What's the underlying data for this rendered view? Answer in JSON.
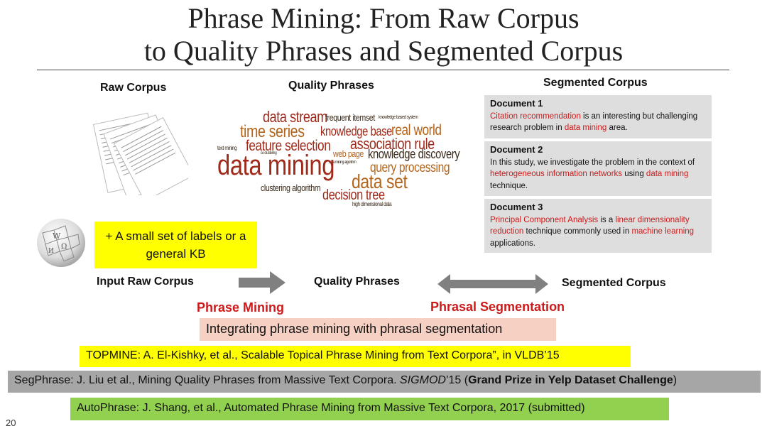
{
  "title": {
    "line1": "Phrase Mining:  From Raw Corpus",
    "line2": "to Quality Phrases and Segmented Corpus"
  },
  "headers": {
    "raw": "Raw Corpus",
    "quality": "Quality Phrases",
    "segmented": "Segmented Corpus"
  },
  "word_cloud": [
    "data stream",
    "frequent itemset",
    "knowledge based system",
    "time series",
    "knowledge base",
    "real world",
    "feature selection",
    "association rule",
    "text mining",
    "co clustering",
    "web page",
    "knowledge discovery",
    "data mining algorithm",
    "data mining",
    "query processing",
    "data set",
    "clustering algorithm",
    "decision tree",
    "high dimensional data"
  ],
  "documents": [
    {
      "title": "Document 1",
      "parts": [
        {
          "t": "Citation recommendation",
          "red": true
        },
        {
          "t": " is an interesting but challenging research problem in ",
          "red": false
        },
        {
          "t": "data mining",
          "red": true
        },
        {
          "t": " area.",
          "red": false
        }
      ]
    },
    {
      "title": "Document 2",
      "parts": [
        {
          "t": "In this study, we investigate the problem in the context of ",
          "red": false
        },
        {
          "t": "heterogeneous information networks",
          "red": true
        },
        {
          "t": " using ",
          "red": false
        },
        {
          "t": "data mining",
          "red": true
        },
        {
          "t": " technique.",
          "red": false
        }
      ]
    },
    {
      "title": "Document 3",
      "parts": [
        {
          "t": "Principal Component Analysis",
          "red": true
        },
        {
          "t": " is a ",
          "red": false
        },
        {
          "t": "linear dimensionality reduction",
          "red": true
        },
        {
          "t": " technique commonly used in ",
          "red": false
        },
        {
          "t": "machine learning",
          "red": true
        },
        {
          "t": " applications.",
          "red": false
        }
      ]
    }
  ],
  "kb_box": "+ A small set of labels or a general KB",
  "flow": {
    "input": "Input Raw Corpus",
    "quality": "Quality Phrases",
    "segmented": "Segmented Corpus"
  },
  "steps": {
    "mining": "Phrase Mining",
    "segmentation": "Phrasal Segmentation"
  },
  "integrating": "Integrating phrase mining with phrasal segmentation",
  "refs": {
    "topmine": "TOPMINE:  A. El-Kishky, et al., Scalable Topical Phrase Mining from Text Corpora”, in VLDB’15",
    "segphrase_pre": "SegPhrase: J. Liu et al., Mining Quality Phrases from Massive Text Corpora. ",
    "segphrase_venue": "SIGMOD",
    "segphrase_year": "’15 (",
    "segphrase_prize": "Grand Prize in Yelp Dataset Challenge",
    "segphrase_close": ")",
    "autophrase": "AutoPhrase: J. Shang, et al., Automated Phrase Mining from Massive Text Corpora, 2017 (submitted)"
  },
  "page_number": "20",
  "colors": {
    "yellow": "#ffff00",
    "pink": "#f6d0c2",
    "gray": "#a6a6a6",
    "green": "#92d050",
    "red": "#cc1a1a",
    "arrow": "#808080"
  }
}
